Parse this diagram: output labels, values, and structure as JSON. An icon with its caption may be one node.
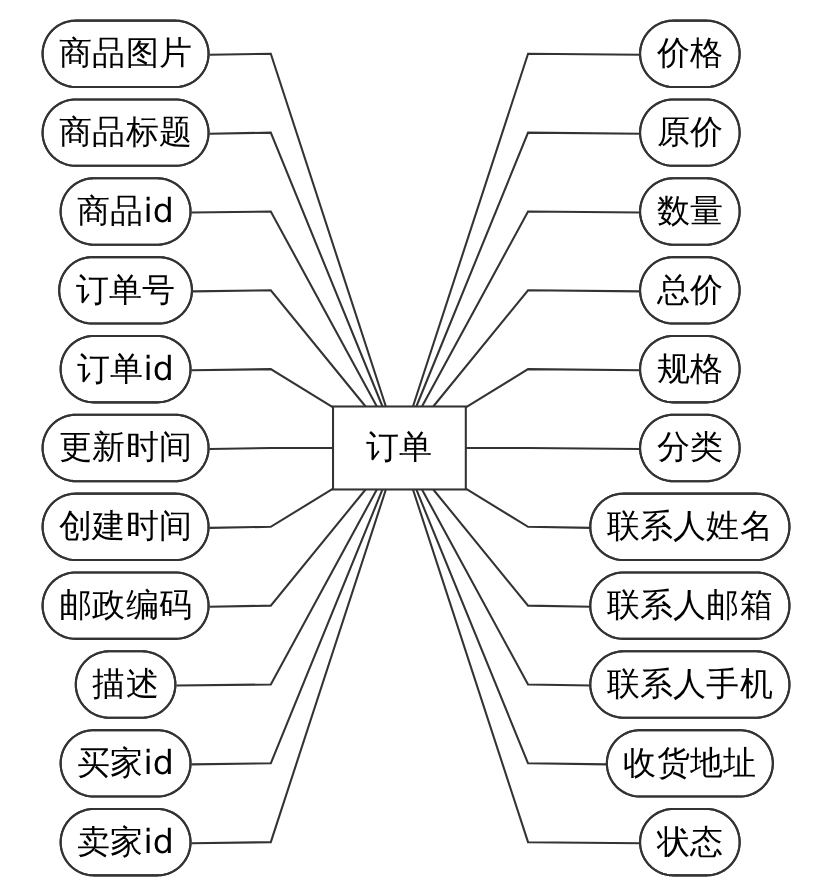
{
  "diagram": {
    "nodes": [
      {
        "text": [
          "商品图片"
        ]
      },
      {
        "text": [
          "价格"
        ]
      },
      {
        "text": [
          "商品标题"
        ]
      },
      {
        "text": [
          "原价"
        ]
      },
      {
        "text": [
          "商品id"
        ]
      },
      {
        "text": [
          "数量"
        ]
      },
      {
        "text": [
          "订单号"
        ]
      },
      {
        "text": [
          "总价"
        ]
      },
      {
        "text": [
          "订单id"
        ]
      },
      {
        "text": [
          "规格"
        ]
      },
      {
        "text": [
          "订单"
        ]
      },
      {
        "text": [
          "更新时间"
        ]
      },
      {
        "text": [
          "分类"
        ]
      },
      {
        "text": [
          "创建时间"
        ]
      },
      {
        "text": [
          "联系人姓名"
        ]
      },
      {
        "text": [
          "邮政编码"
        ]
      },
      {
        "text": [
          "联系人邮箱"
        ]
      },
      {
        "text": [
          "联系人手机"
        ]
      },
      {
        "text": [
          "描述"
        ]
      },
      {
        "text": [
          "收货地址"
        ]
      },
      {
        "text": [
          "买家id"
        ]
      },
      {
        "text": [
          "卖家id"
        ]
      },
      {
        "text": [
          "状态"
        ]
      }
    ],
    "edges": [
      {
        "from": 0,
        "to": 10,
        "arrow": "none"
      },
      {
        "from": 10,
        "to": 1,
        "arrow": "none"
      },
      {
        "from": 2,
        "to": 10,
        "arrow": "none"
      },
      {
        "from": 10,
        "to": 3,
        "arrow": "none"
      },
      {
        "from": 4,
        "to": 10,
        "arrow": "none"
      },
      {
        "from": 10,
        "to": 5,
        "arrow": "none"
      },
      {
        "from": 6,
        "to": 10,
        "arrow": "none"
      },
      {
        "from": 10,
        "to": 7,
        "arrow": "none"
      },
      {
        "from": 8,
        "to": 10,
        "arrow": "none"
      },
      {
        "from": 10,
        "to": 9,
        "arrow": "none"
      },
      {
        "from": 11,
        "to": 10,
        "arrow": "none"
      },
      {
        "from": 10,
        "to": 12,
        "arrow": "none"
      },
      {
        "from": 13,
        "to": 10,
        "arrow": "none"
      },
      {
        "from": 10,
        "to": 14,
        "arrow": "none"
      },
      {
        "from": 15,
        "to": 10,
        "arrow": "none"
      },
      {
        "from": 10,
        "to": 16,
        "arrow": "none"
      },
      {
        "from": 10,
        "to": 17,
        "arrow": "none"
      },
      {
        "from": 18,
        "to": 10,
        "arrow": "none"
      },
      {
        "from": 10,
        "to": 19,
        "arrow": "none"
      },
      {
        "from": 20,
        "to": 10,
        "arrow": "none"
      },
      {
        "from": 21,
        "to": 10,
        "arrow": "none"
      },
      {
        "from": 10,
        "to": 22,
        "arrow": "none"
      }
    ]
  }
}
